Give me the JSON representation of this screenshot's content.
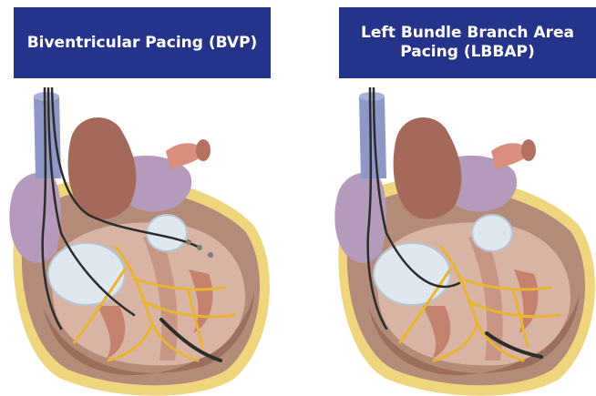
{
  "colors": {
    "banner": "#25348a",
    "banner_text": "#ffffff",
    "conduction": "#e8b431",
    "lead": "#2c2c2c"
  },
  "panels": [
    {
      "title": "Biventricular Pacing (BVP)",
      "lead_type": "biventricular"
    },
    {
      "title": "Left Bundle Branch Area Pacing (LBBAP)",
      "lead_type": "left-bundle-branch-area"
    }
  ]
}
